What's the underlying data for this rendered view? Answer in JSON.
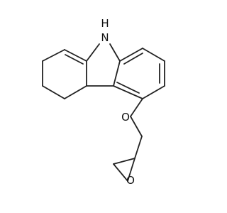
{
  "molecule": {
    "atoms": {
      "nh": "H\nN",
      "nh_h": "H",
      "nh_n": "N",
      "ether_o": "O",
      "epoxide_o": "O"
    }
  }
}
